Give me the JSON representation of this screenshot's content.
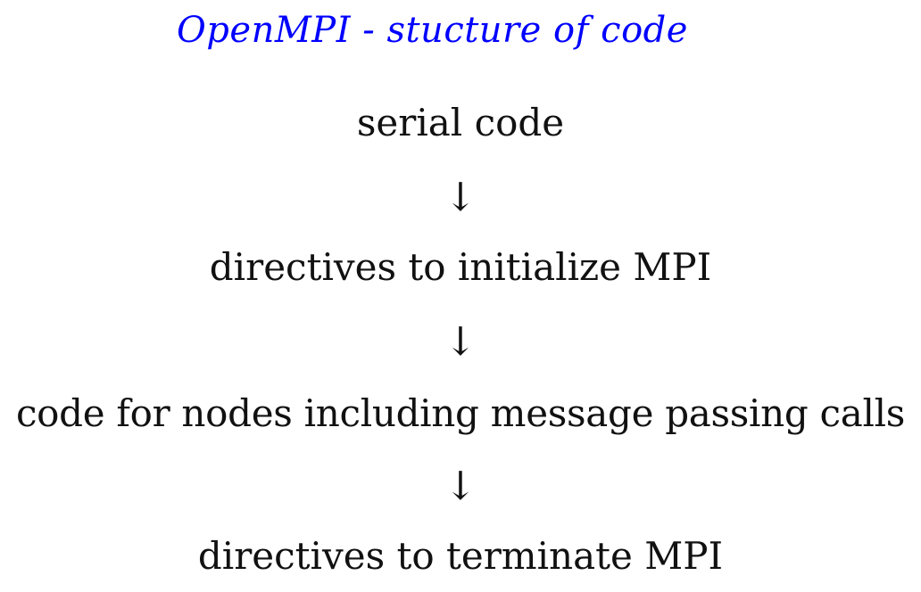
{
  "title": "OpenMPI - stucture of code",
  "steps": [
    "serial code",
    "directives to initialize MPI",
    "code for nodes including message passing calls",
    "directives to terminate MPI"
  ],
  "connector_symbol": "↓",
  "colors": {
    "title": "#0000ff",
    "text": "#111111",
    "background": "#ffffff"
  }
}
